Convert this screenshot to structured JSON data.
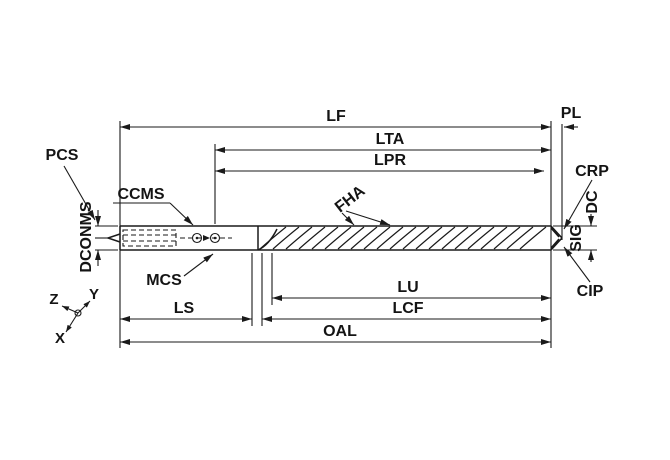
{
  "labels": {
    "lf": "LF",
    "pl": "PL",
    "lta": "LTA",
    "lpr": "LPR",
    "pcs": "PCS",
    "ccms": "CCMS",
    "mcs": "MCS",
    "dconms": "DCONMS",
    "fha": "FHA",
    "dc": "DC",
    "sig": "SIG",
    "crp": "CRP",
    "cip": "CIP",
    "lu": "LU",
    "lcf": "LCF",
    "ls": "LS",
    "oal": "OAL",
    "axis_x": "X",
    "axis_y": "Y",
    "axis_z": "Z"
  },
  "colors": {
    "line": "#1a1a1a",
    "background": "#ffffff"
  }
}
